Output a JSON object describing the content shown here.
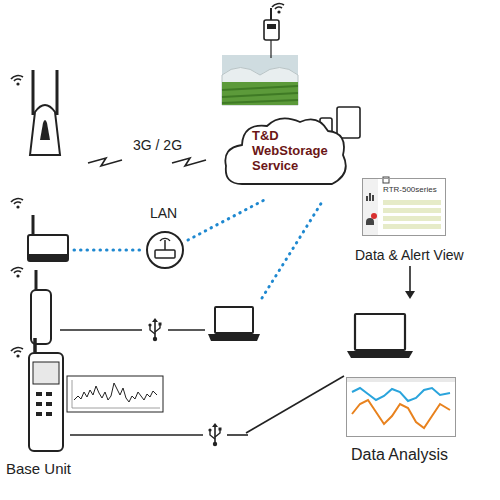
{
  "diagram": {
    "nodes": [
      {
        "text": [
          "T&D WebStorage Service"
        ]
      },
      {
        "text": [
          "RTR-500series",
          "Data & Alert View"
        ]
      },
      {
        "text": [
          "Data Analysis"
        ]
      },
      {
        "text": [
          "Base Unit"
        ]
      }
    ],
    "labels": [
      "3G / 2G",
      "LAN"
    ]
  }
}
